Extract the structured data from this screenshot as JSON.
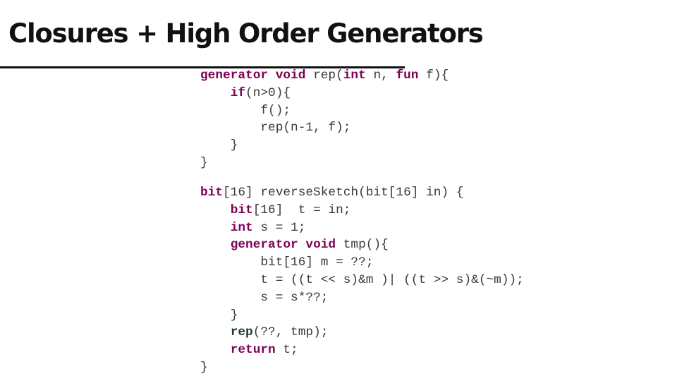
{
  "slide": {
    "title": "Closures + High Order Generators"
  },
  "colors": {
    "keyword": "#7f0055",
    "function_call": "#1f3b2b",
    "text": "#3a3a3a"
  },
  "code": {
    "blocks": [
      {
        "lines": [
          {
            "indent": 0,
            "tokens": [
              {
                "k": "kw",
                "text": "generator"
              },
              {
                "text": " "
              },
              {
                "k": "kw",
                "text": "void"
              },
              {
                "text": " rep("
              },
              {
                "k": "kw",
                "text": "int"
              },
              {
                "text": " n, "
              },
              {
                "k": "kw",
                "text": "fun"
              },
              {
                "text": " f){"
              }
            ]
          },
          {
            "indent": 1,
            "tokens": [
              {
                "k": "kw",
                "text": "if"
              },
              {
                "text": "(n>0){"
              }
            ]
          },
          {
            "indent": 2,
            "tokens": [
              {
                "text": "f();"
              }
            ]
          },
          {
            "indent": 2,
            "tokens": [
              {
                "text": "rep(n-1, f);"
              }
            ]
          },
          {
            "indent": 1,
            "tokens": [
              {
                "text": "}"
              }
            ]
          },
          {
            "indent": 0,
            "tokens": [
              {
                "text": "}"
              }
            ]
          }
        ]
      },
      {
        "lines": [
          {
            "indent": 0,
            "tokens": [
              {
                "k": "kw",
                "text": "bit"
              },
              {
                "text": "[16] reverseSketch(bit[16] in) {"
              }
            ]
          },
          {
            "indent": 1,
            "tokens": [
              {
                "k": "kw",
                "text": "bit"
              },
              {
                "text": "[16]  t = in;"
              }
            ]
          },
          {
            "indent": 1,
            "tokens": [
              {
                "k": "kw",
                "text": "int"
              },
              {
                "text": " s = 1;"
              }
            ]
          },
          {
            "indent": 1,
            "tokens": [
              {
                "k": "kw",
                "text": "generator"
              },
              {
                "text": " "
              },
              {
                "k": "kw",
                "text": "void"
              },
              {
                "text": " tmp(){"
              }
            ]
          },
          {
            "indent": 2,
            "tokens": [
              {
                "text": "bit[16] m = ??;"
              }
            ]
          },
          {
            "indent": 2,
            "tokens": [
              {
                "text": "t = ((t << s)&m )| ((t >> s)&(~m));"
              }
            ]
          },
          {
            "indent": 2,
            "tokens": [
              {
                "text": "s = s*??;"
              }
            ]
          },
          {
            "indent": 1,
            "tokens": [
              {
                "text": "}"
              }
            ]
          },
          {
            "indent": 1,
            "tokens": [
              {
                "k": "fn",
                "text": "rep"
              },
              {
                "text": "(??, tmp);"
              }
            ]
          },
          {
            "indent": 1,
            "tokens": [
              {
                "k": "kw",
                "text": "return"
              },
              {
                "text": " t;"
              }
            ]
          },
          {
            "indent": 0,
            "tokens": [
              {
                "text": "}"
              }
            ]
          }
        ]
      }
    ]
  }
}
